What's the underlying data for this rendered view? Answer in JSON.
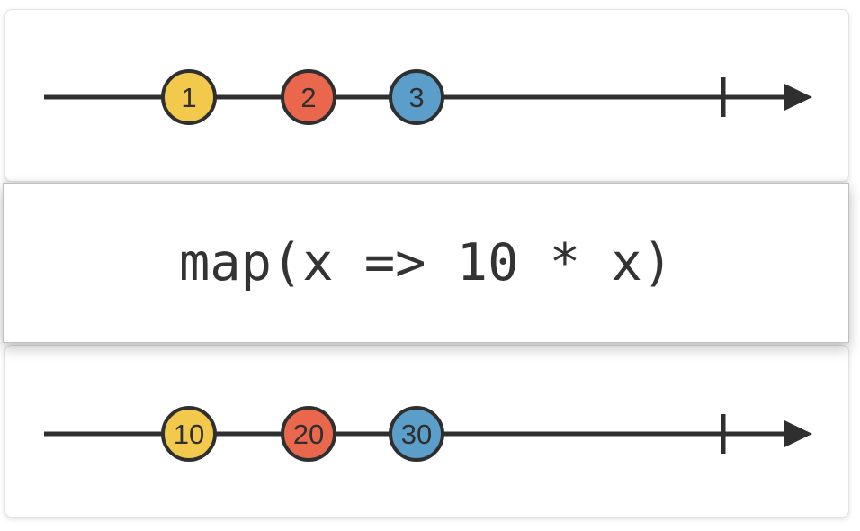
{
  "diagram": {
    "colors": {
      "stroke": "#2F2F2F",
      "operator_text": "#333333",
      "marble_yellow": "#F2C94C",
      "marble_coral": "#E8674D",
      "marble_blue": "#5B9EC9"
    },
    "operator": {
      "label": "map(x => 10 * x)"
    },
    "source_stream": {
      "marbles": [
        {
          "label": "1",
          "color": "#F2C94C"
        },
        {
          "label": "2",
          "color": "#E8674D"
        },
        {
          "label": "3",
          "color": "#5B9EC9"
        }
      ],
      "completed": true
    },
    "result_stream": {
      "marbles": [
        {
          "label": "10",
          "color": "#F2C94C"
        },
        {
          "label": "20",
          "color": "#E8674D"
        },
        {
          "label": "30",
          "color": "#5B9EC9"
        }
      ],
      "completed": true
    }
  }
}
